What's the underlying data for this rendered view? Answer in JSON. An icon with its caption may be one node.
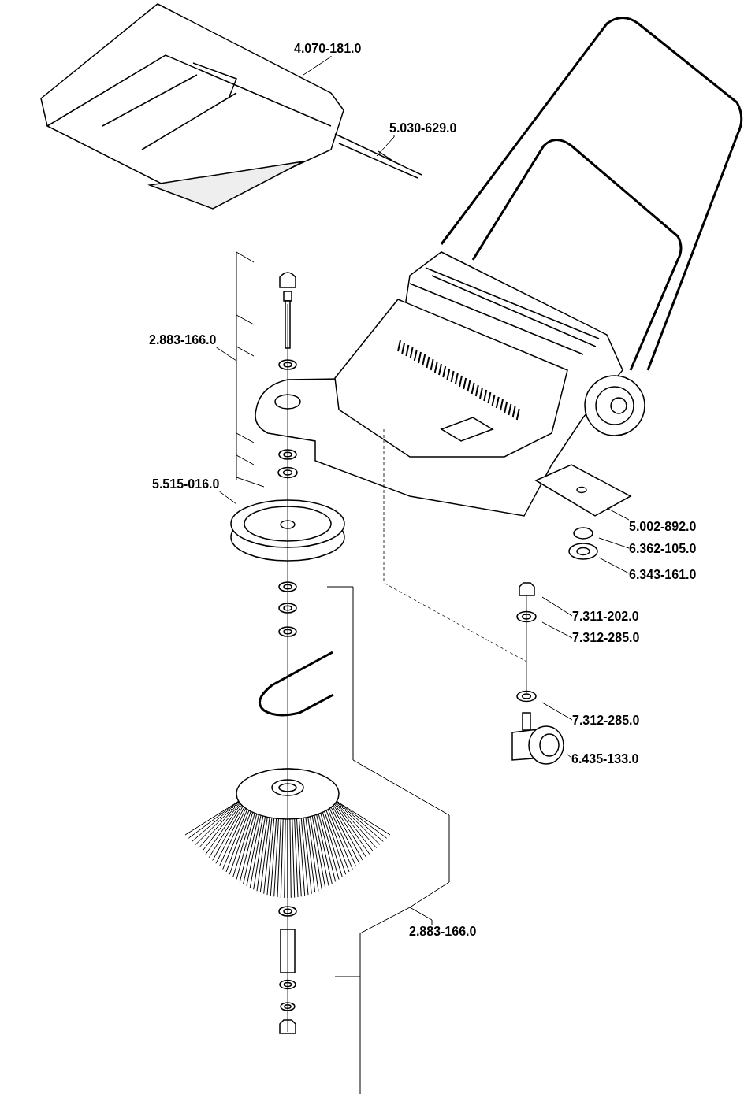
{
  "diagram": {
    "nodes": [
      {
        "text": [
          "4.070-181.0"
        ]
      },
      {
        "text": [
          "5.030-629.0"
        ]
      },
      {
        "text": [
          "2.883-166.0"
        ]
      },
      {
        "text": [
          "5.515-016.0"
        ]
      },
      {
        "text": [
          "5.002-892.0"
        ]
      },
      {
        "text": [
          "6.362-105.0"
        ]
      },
      {
        "text": [
          "6.343-161.0"
        ]
      },
      {
        "text": [
          "7.311-202.0"
        ]
      },
      {
        "text": [
          "7.312-285.0"
        ]
      },
      {
        "text": [
          "7.312-285.0"
        ]
      },
      {
        "text": [
          "6.435-133.0"
        ]
      },
      {
        "text": [
          "2.883-166.0"
        ]
      }
    ],
    "edges": [
      {
        "from": 0,
        "to": null,
        "arrow": "none"
      },
      {
        "from": 1,
        "to": null,
        "arrow": "none"
      },
      {
        "from": 2,
        "to": null,
        "arrow": "none"
      },
      {
        "from": 3,
        "to": null,
        "arrow": "none"
      },
      {
        "from": 4,
        "to": null,
        "arrow": "none"
      },
      {
        "from": 5,
        "to": null,
        "arrow": "none"
      },
      {
        "from": 6,
        "to": null,
        "arrow": "none"
      },
      {
        "from": 7,
        "to": null,
        "arrow": "none"
      },
      {
        "from": 8,
        "to": null,
        "arrow": "none"
      },
      {
        "from": 9,
        "to": null,
        "arrow": "none"
      },
      {
        "from": 10,
        "to": null,
        "arrow": "none"
      },
      {
        "from": 11,
        "to": null,
        "arrow": "none"
      }
    ]
  }
}
